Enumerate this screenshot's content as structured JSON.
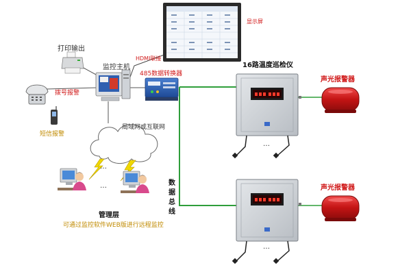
{
  "labels": {
    "display_screen": "显示屏",
    "hdmi_link": "HDMI联接",
    "print_output": "打印输出",
    "host": "监控主机",
    "converter_485": "485数据转换器",
    "patrol_16": "16路温度巡检仪",
    "dial_alarm": "拨号报警",
    "sms_alarm": "短信报警",
    "lan_internet": "局域网或互联网",
    "mgmt_layer": "管理层",
    "remote_web": "可通过监控软件WEB版进行远程监控",
    "data_bus": [
      "数",
      "据",
      "总",
      "线"
    ],
    "alarm_1": "声光报警器",
    "alarm_2": "声光报警器",
    "ellipsis": "…"
  },
  "colors": {
    "bus_line": "#2e9e3a",
    "alarm_red": "#c41414",
    "label_red": "#d01818",
    "label_gold": "#c08a00",
    "panel_gray": "#c9cdd2"
  },
  "icons": [
    "display-monitor-icon",
    "printer-icon",
    "host-pc-icon",
    "converter-icon",
    "phone-icon",
    "mobile-phone-icon",
    "cloud-icon",
    "lightning-icon",
    "operator-workstation-icon",
    "patrol-instrument-icon",
    "temperature-probe-icon",
    "alarm-light-icon"
  ]
}
